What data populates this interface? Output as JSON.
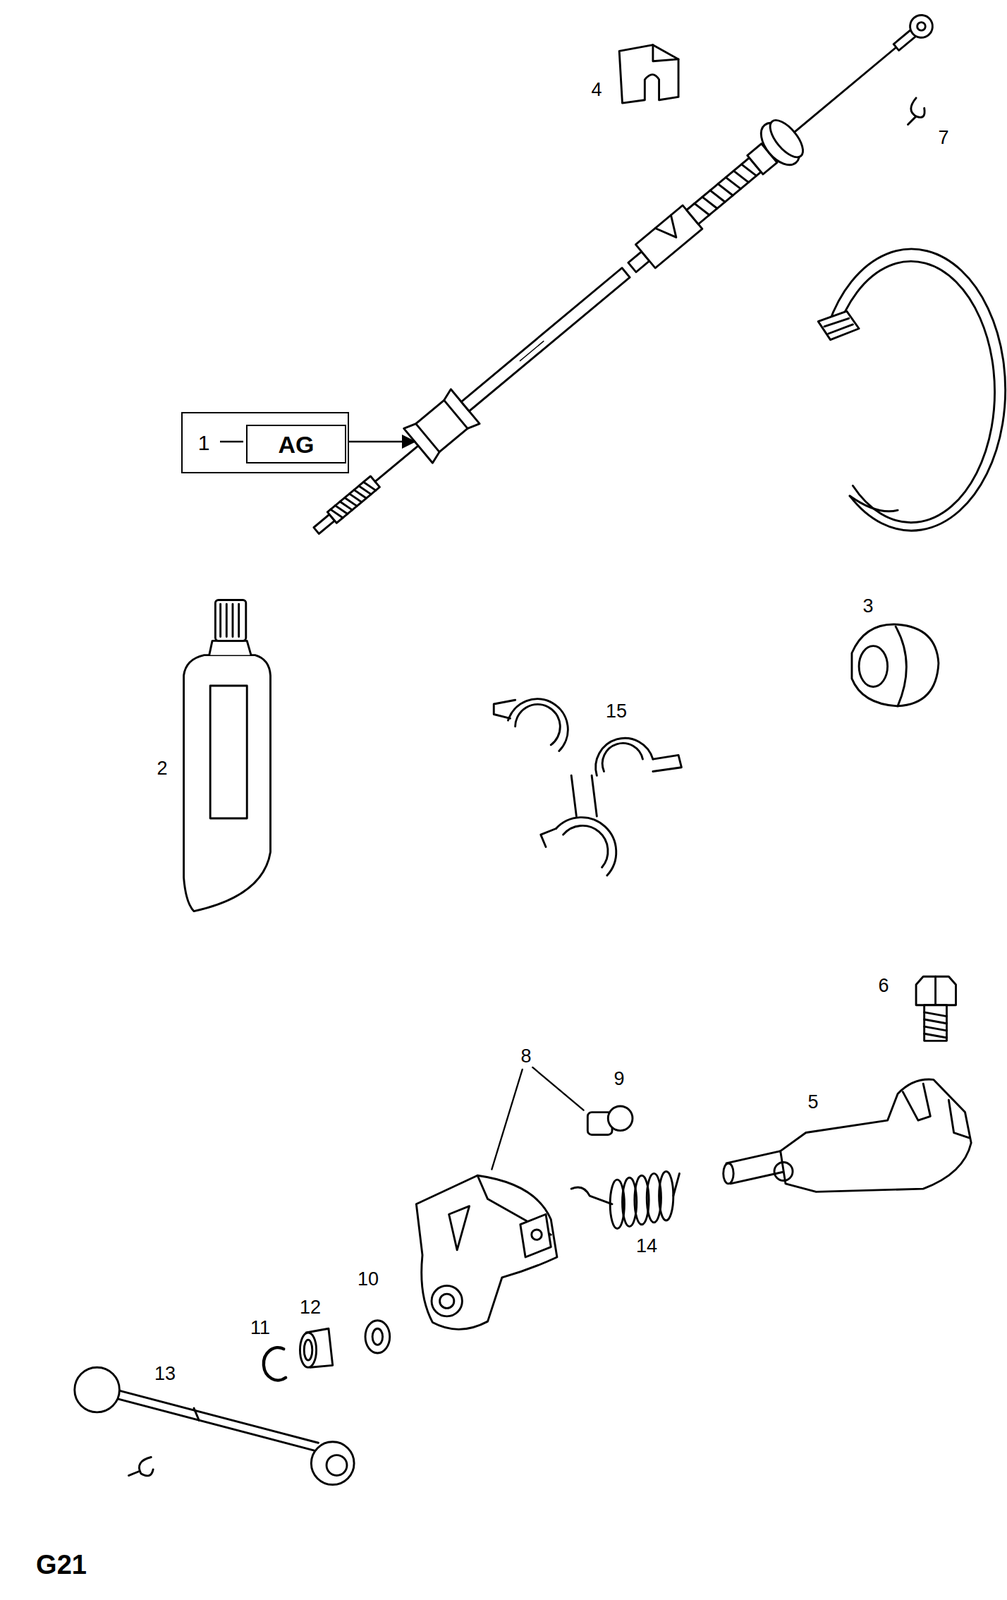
{
  "diagram": {
    "nodes": [
      {
        "text": [
          "1"
        ]
      },
      {
        "text": [
          "AG"
        ],
        "in": 0
      }
    ],
    "labels": [
      "4",
      "7",
      "3",
      "2",
      "15",
      "6",
      "8",
      "9",
      "5",
      "14",
      "10",
      "12",
      "11",
      "13",
      "G21"
    ]
  }
}
